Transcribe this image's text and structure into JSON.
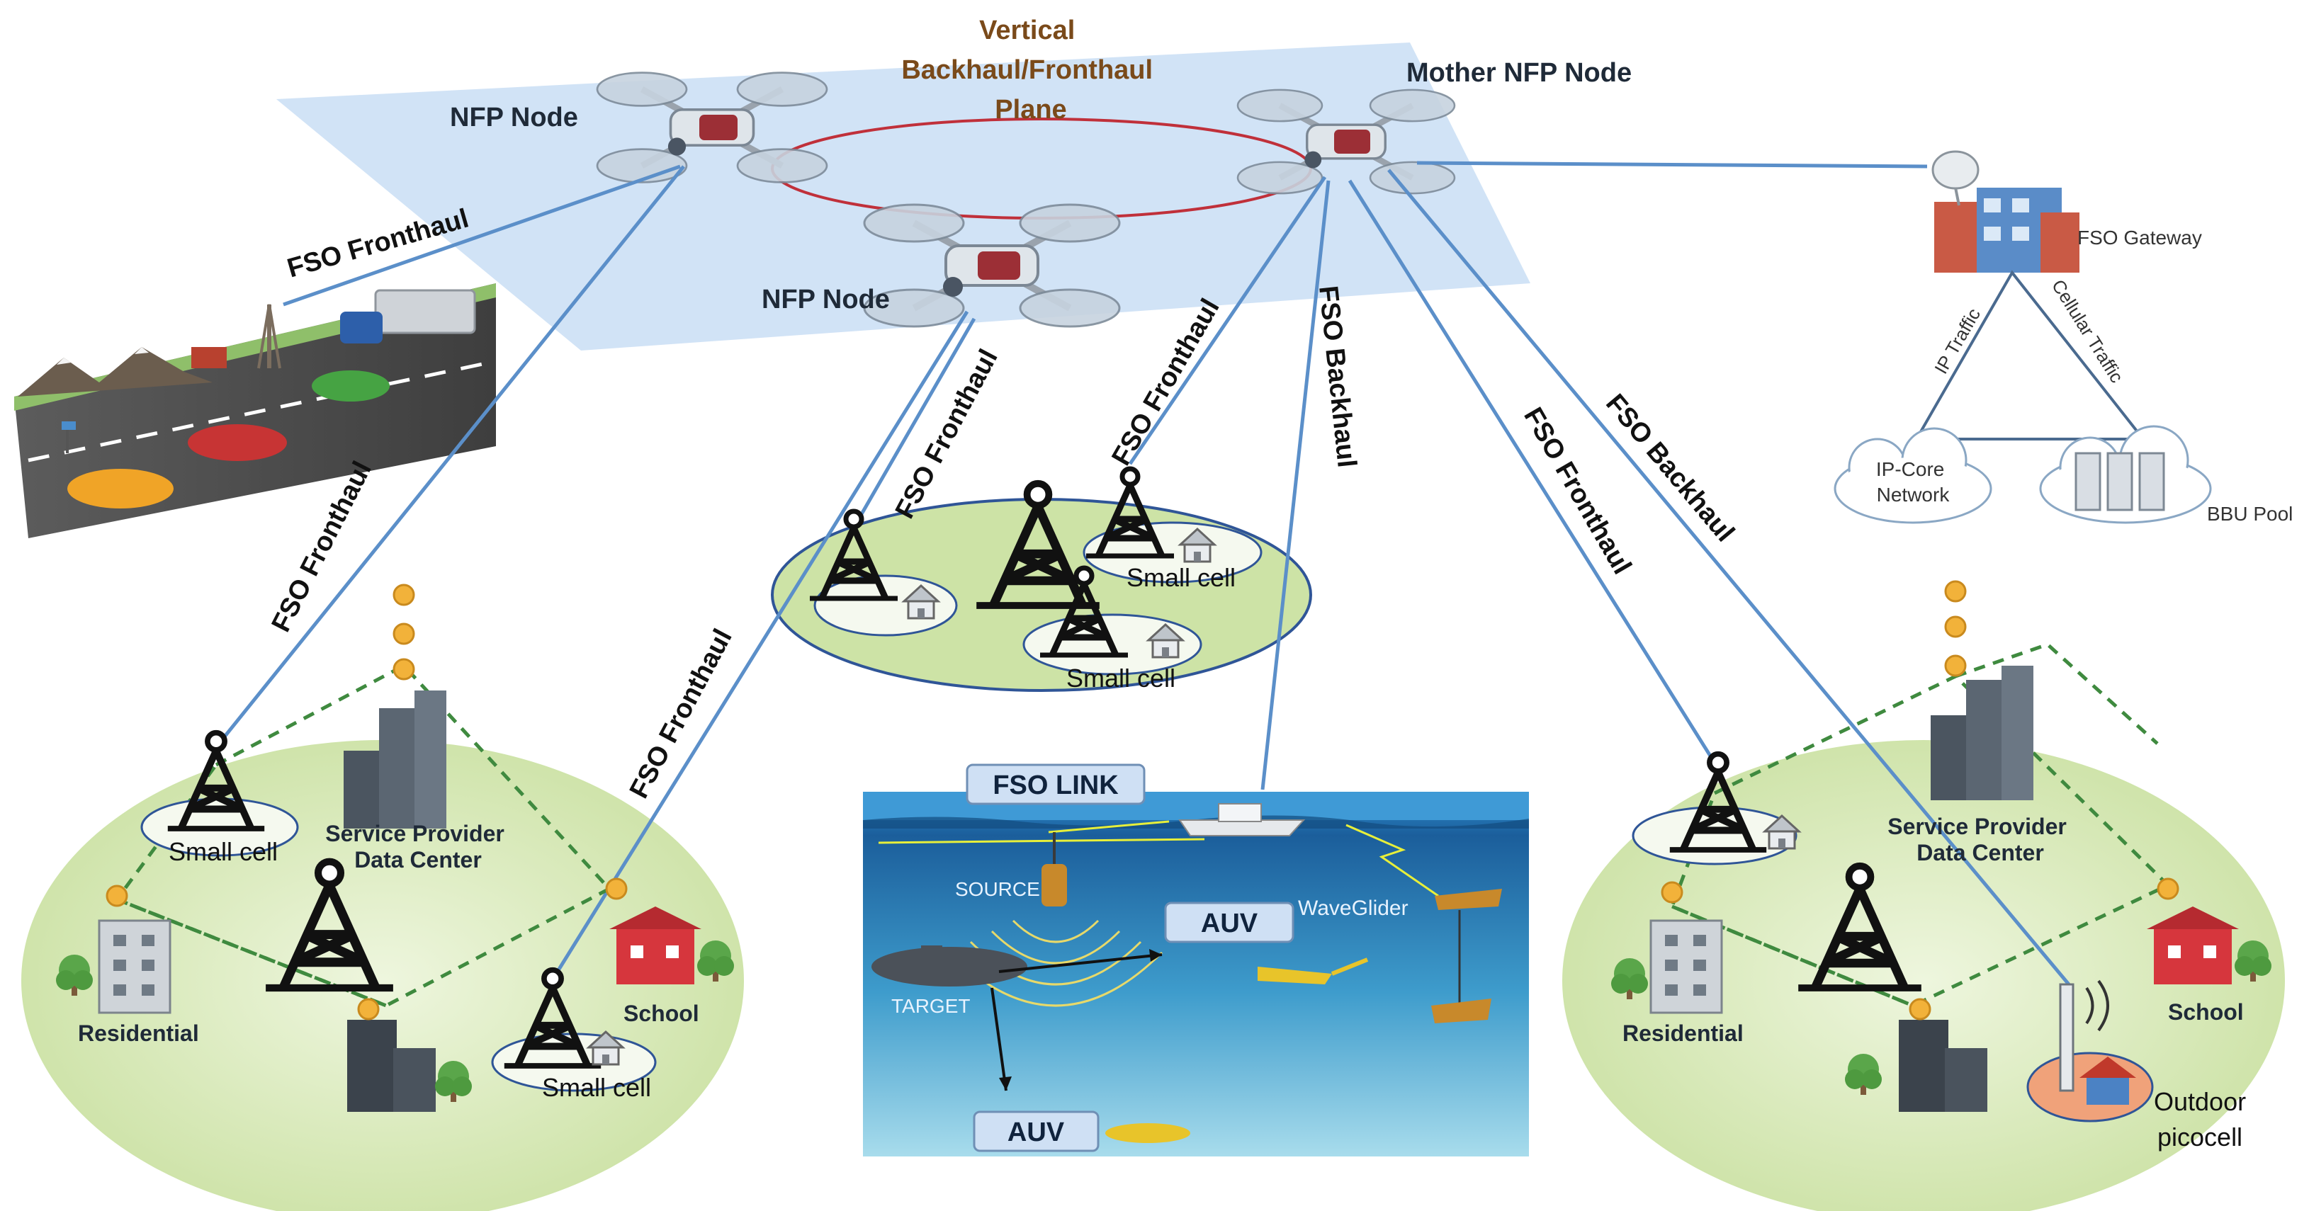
{
  "plane": {
    "title_lines": [
      "Vertical",
      "Backhaul/Fronthaul",
      "Plane"
    ],
    "title_color": "#7a4a1a",
    "fill_color": "#cfe2f5"
  },
  "nodes": {
    "nfp_left": "NFP Node",
    "nfp_center": "NFP Node",
    "mother": "Mother NFP Node"
  },
  "links": {
    "fso_fronthaul": "FSO Fronthaul",
    "fso_backhaul": "FSO Backhaul",
    "fso_link": "FSO LINK"
  },
  "gateway": {
    "fso_gateway": "FSO Gateway",
    "ip_traffic": "IP Traffic",
    "cellular_traffic": "Cellular Traffic",
    "ip_core_lines": [
      "IP-Core",
      "Network"
    ],
    "bbu_pool": "BBU Pool"
  },
  "cells": {
    "small_cell": "Small cell",
    "outdoor_picocell_lines": [
      "Outdoor",
      "picocell"
    ]
  },
  "left_area": {
    "data_center_lines": [
      "Service Provider",
      "Data Center"
    ],
    "residential": "Residential",
    "school": "School"
  },
  "right_area": {
    "data_center_lines": [
      "Service Provider",
      "Data Center"
    ],
    "residential": "Residential",
    "school": "School"
  },
  "underwater": {
    "source": "SOURCE",
    "target": "TARGET",
    "waveglider": "WaveGlider",
    "auv": "AUV"
  },
  "colors": {
    "link_blue": "#5b8fc9",
    "ground_green": "#d7e8b4",
    "ellipse_outline": "#2f5597",
    "ring_red": "#c0303a",
    "water_top": "#1c5f9e",
    "water_bottom": "#8ed2e8"
  }
}
